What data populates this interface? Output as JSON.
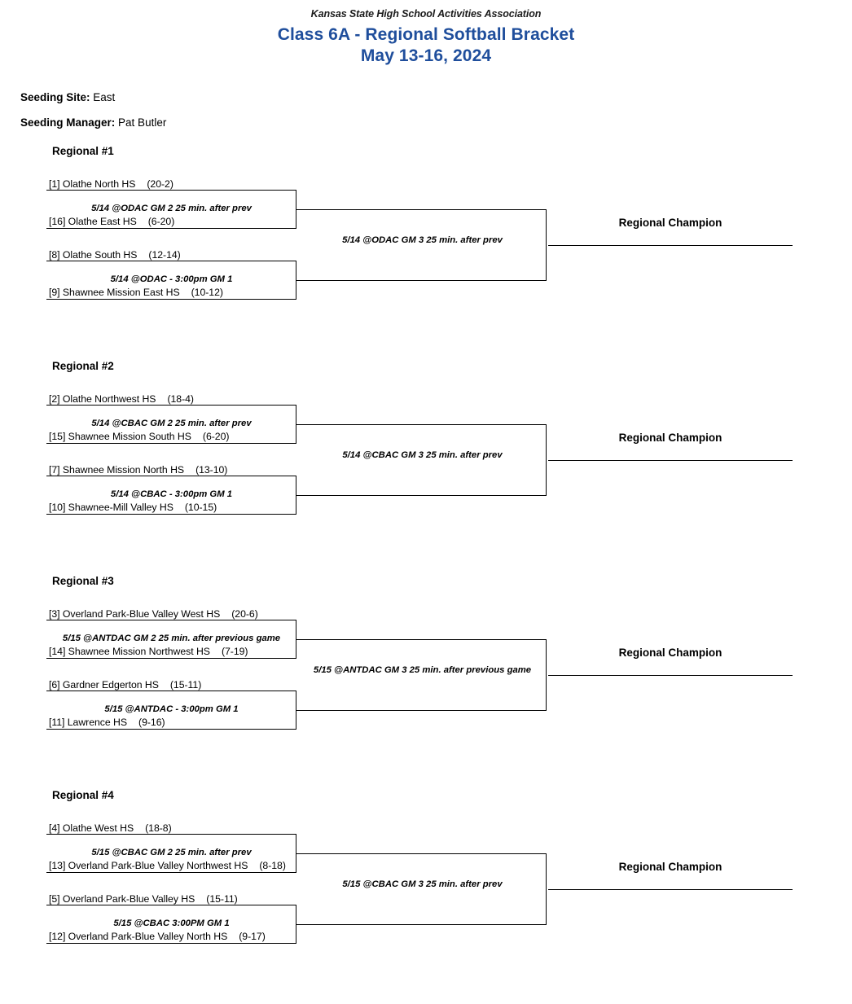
{
  "header": {
    "association": "Kansas State High School Activities Association",
    "title": "Class 6A - Regional Softball Bracket",
    "dates": "May 13-16, 2024",
    "title_color": "#1F4E9C"
  },
  "seeding": {
    "site_label": "Seeding Site:",
    "site_value": "East",
    "manager_label": "Seeding Manager:",
    "manager_value": "Pat Butler"
  },
  "champion_label": "Regional Champion",
  "regionals": [
    {
      "name": "Regional #1",
      "teams": {
        "a1": {
          "seed": "[1] Olathe North HS",
          "record": "(20-2)"
        },
        "b1": {
          "seed": "[16] Olathe East HS",
          "record": "(6-20)"
        },
        "a2": {
          "seed": "[8] Olathe South HS",
          "record": "(12-14)"
        },
        "b2": {
          "seed": "[9] Shawnee Mission East HS",
          "record": "(10-12)"
        }
      },
      "games": {
        "game2": "5/14 @ODAC GM 2 25 min. after prev",
        "game1": "5/14 @ODAC - 3:00pm GM 1",
        "game3": "5/14 @ODAC GM 3 25 min. after prev"
      }
    },
    {
      "name": "Regional #2",
      "teams": {
        "a1": {
          "seed": "[2] Olathe Northwest HS",
          "record": "(18-4)"
        },
        "b1": {
          "seed": "[15] Shawnee Mission South HS",
          "record": "(6-20)"
        },
        "a2": {
          "seed": "[7] Shawnee Mission North HS",
          "record": "(13-10)"
        },
        "b2": {
          "seed": "[10] Shawnee-Mill Valley HS",
          "record": "(10-15)"
        }
      },
      "games": {
        "game2": "5/14 @CBAC GM 2 25 min. after prev",
        "game1": "5/14 @CBAC - 3:00pm GM 1",
        "game3": "5/14 @CBAC GM 3 25 min. after prev"
      }
    },
    {
      "name": "Regional #3",
      "teams": {
        "a1": {
          "seed": "[3] Overland Park-Blue Valley West HS",
          "record": "(20-6)"
        },
        "b1": {
          "seed": "[14] Shawnee Mission Northwest HS",
          "record": "(7-19)"
        },
        "a2": {
          "seed": "[6] Gardner Edgerton HS",
          "record": "(15-11)"
        },
        "b2": {
          "seed": "[11] Lawrence HS",
          "record": "(9-16)"
        }
      },
      "games": {
        "game2": "5/15 @ANTDAC GM 2 25 min. after previous game",
        "game1": "5/15 @ANTDAC - 3:00pm GM 1",
        "game3": "5/15 @ANTDAC GM 3 25 min. after previous game"
      }
    },
    {
      "name": "Regional #4",
      "teams": {
        "a1": {
          "seed": "[4] Olathe West HS",
          "record": "(18-8)"
        },
        "b1": {
          "seed": "[13] Overland Park-Blue Valley Northwest HS",
          "record": "(8-18)"
        },
        "a2": {
          "seed": "[5] Overland Park-Blue Valley HS",
          "record": "(15-11)"
        },
        "b2": {
          "seed": "[12] Overland Park-Blue Valley North HS",
          "record": "(9-17)"
        }
      },
      "games": {
        "game2": "5/15 @CBAC GM 2 25 min. after prev",
        "game1": "5/15 @CBAC 3:00PM GM 1",
        "game3": "5/15 @CBAC GM 3 25 min. after prev"
      }
    }
  ]
}
